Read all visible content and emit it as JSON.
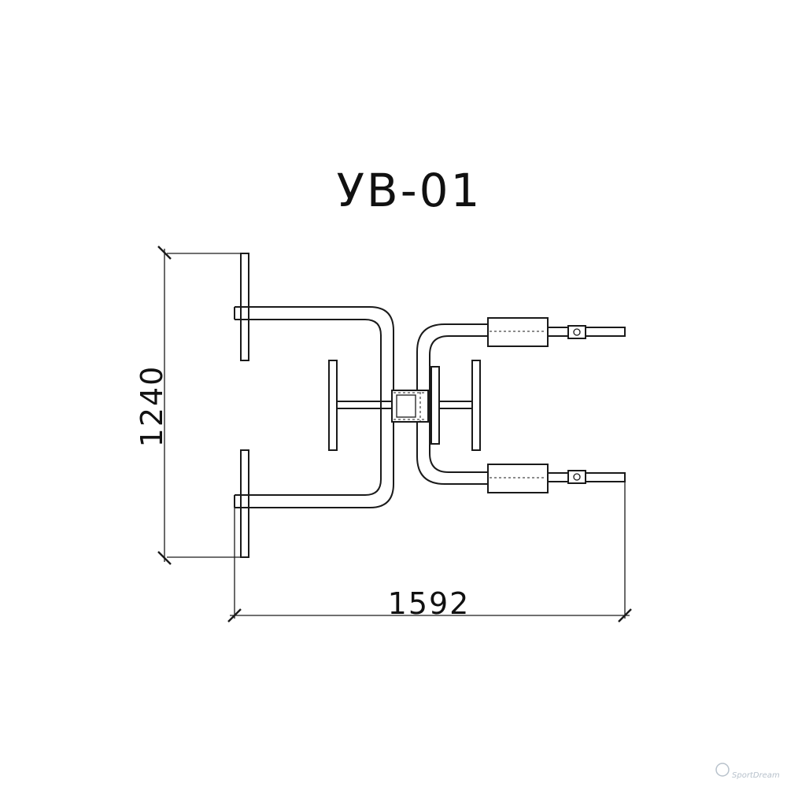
{
  "title": "УВ-01",
  "dimensions": {
    "height_label": "1240",
    "width_label": "1592"
  },
  "watermark": "SportDream",
  "colors": {
    "line": "#1a1a1a",
    "background": "#ffffff",
    "watermark": "#b8c2cc"
  }
}
